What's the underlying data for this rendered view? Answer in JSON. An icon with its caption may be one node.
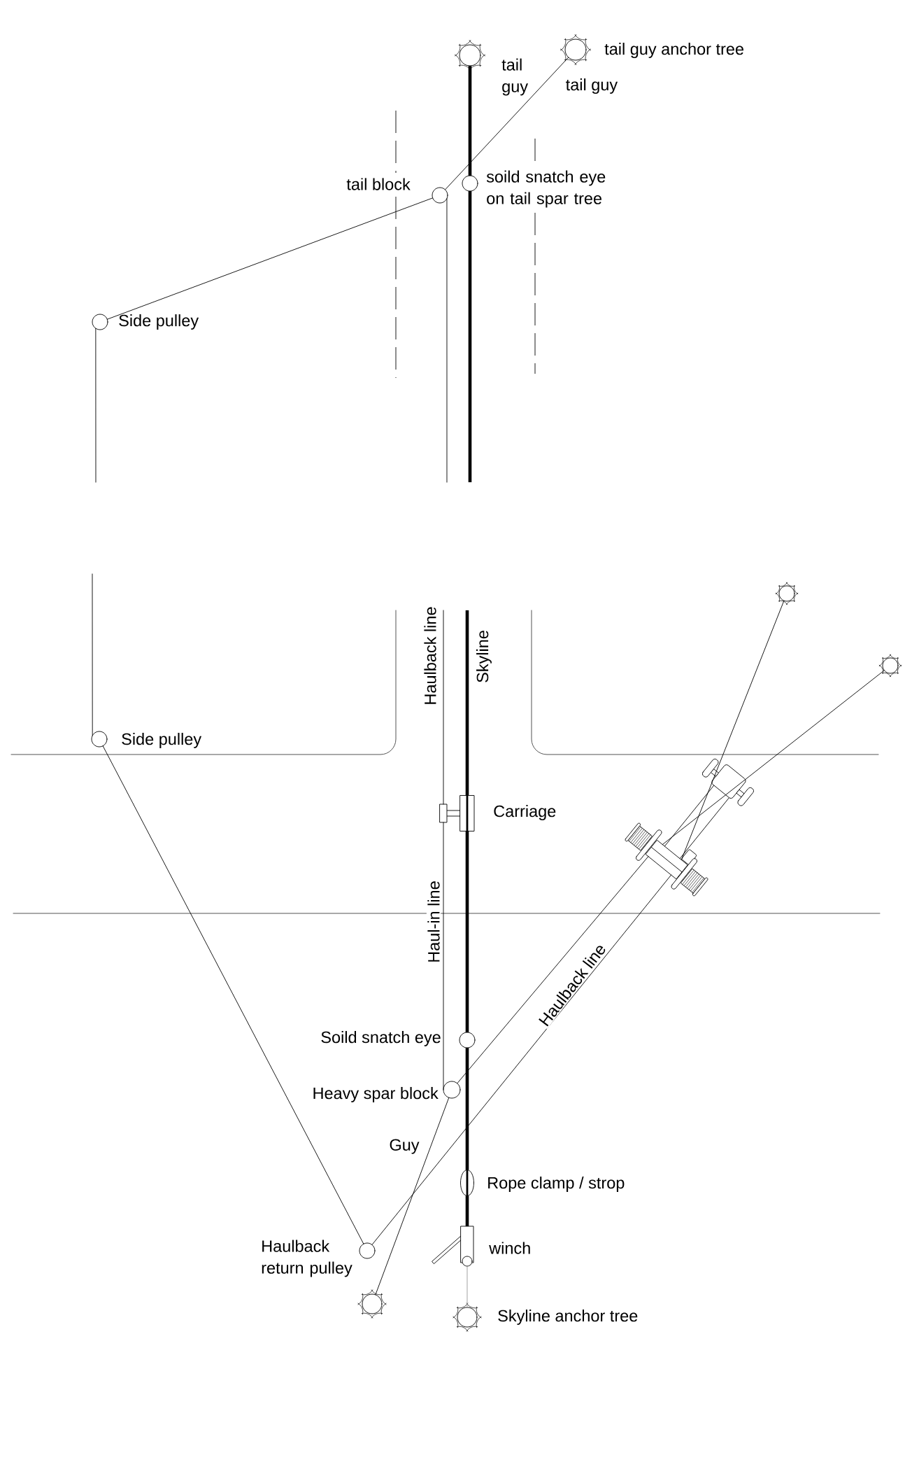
{
  "diagram": {
    "nodes": [
      {
        "text": [],
        "shape": "tree"
      },
      {
        "text": [
          "tail guy anchor tree"
        ]
      },
      {
        "text": [
          "tail block"
        ]
      },
      {
        "text": [
          "soild snatch eye on tail spar tree"
        ]
      },
      {
        "text": [
          "Side pulley"
        ]
      },
      {
        "text": [
          "Side pulley"
        ]
      },
      {
        "text": [
          "Carriage"
        ]
      },
      {
        "text": [
          "Soild snatch eye"
        ]
      },
      {
        "text": [
          "Heavy spar block"
        ]
      },
      {
        "text": [
          "Rope clamp / strop"
        ]
      },
      {
        "text": [
          "winch"
        ]
      },
      {
        "text": [
          "Haulback return pulley"
        ]
      },
      {
        "text": [],
        "shape": "tree"
      },
      {
        "text": [
          "Skyline anchor tree"
        ]
      },
      {
        "text": [],
        "shape": "picture"
      },
      {
        "text": [],
        "shape": "tree"
      },
      {
        "text": [],
        "shape": "tree"
      }
    ],
    "edges": [
      {
        "from": 0,
        "to": 3,
        "arrow": "none",
        "style": "thick"
      },
      {
        "from": 2,
        "to": 1,
        "arrow": "none",
        "label": "tail guy"
      },
      {
        "from": 4,
        "to": 2,
        "arrow": "none"
      },
      {
        "from": 4,
        "to": null,
        "arrow": "none"
      },
      {
        "from": null,
        "to": 5,
        "arrow": "none"
      },
      {
        "from": 2,
        "to": null,
        "arrow": "none"
      },
      {
        "from": null,
        "to": 6,
        "arrow": "none",
        "label": "Haulback line"
      },
      {
        "from": 3,
        "to": null,
        "arrow": "none",
        "style": "thick"
      },
      {
        "from": null,
        "to": 6,
        "arrow": "none",
        "label": "Skyline",
        "style": "thick"
      },
      {
        "from": 6,
        "to": 7,
        "arrow": "none",
        "style": "thick"
      },
      {
        "from": 6,
        "to": 8,
        "arrow": "none",
        "label": "Haul-in line"
      },
      {
        "from": 7,
        "to": 9,
        "arrow": "none",
        "style": "thick"
      },
      {
        "from": 9,
        "to": 10,
        "arrow": "none",
        "style": "thick"
      },
      {
        "from": 10,
        "to": 13,
        "arrow": "none",
        "color": "#999999"
      },
      {
        "from": 8,
        "to": 12,
        "arrow": "none",
        "label": "Guy"
      },
      {
        "from": 8,
        "to": 14,
        "arrow": "none"
      },
      {
        "from": 5,
        "to": 11,
        "arrow": "none"
      },
      {
        "from": 11,
        "to": 14,
        "arrow": "none",
        "label": "Haulback line"
      },
      {
        "from": 15,
        "to": 14,
        "arrow": "none"
      },
      {
        "from": 16,
        "to": 14,
        "arrow": "none"
      }
    ],
    "labels": [
      "tail guy"
    ]
  }
}
